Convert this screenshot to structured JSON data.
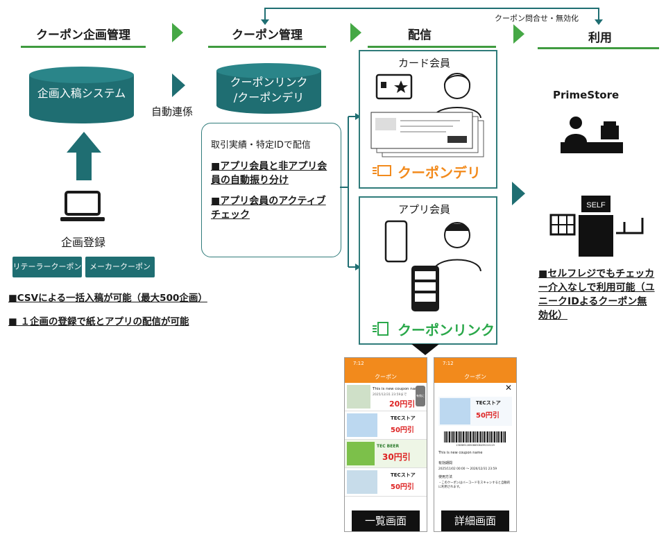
{
  "headers": {
    "planning": "クーポン企画管理",
    "management": "クーポン管理",
    "delivery": "配信",
    "usage": "利用"
  },
  "top_connector_label": "クーポン問合せ・無効化",
  "planning": {
    "system_label": "企画入稿システム",
    "auto_link": "自動連係",
    "entry_label": "企画登録",
    "tags": [
      "リテーラークーポン",
      "メーカークーポン"
    ],
    "notes": [
      "■CSVによる一括入稿が可能（最大500企画）",
      "■ １企画の登録で紙とアプリの配信が可能"
    ]
  },
  "management": {
    "db_label_1": "クーポンリンク",
    "db_label_2": "/クーポンデリ",
    "box_intro": "取引実績・特定IDで配信",
    "feature_1": "■アプリ会員と非アプリ会員の自動振り分け",
    "feature_2": "■アプリ会員のアクティブチェック"
  },
  "delivery": {
    "card_member": "カード会員",
    "card_brand": "クーポンデリ",
    "app_member": "アプリ会員",
    "app_brand": "クーポンリンク",
    "list_caption": "一覧画面",
    "detail_caption": "詳細画面"
  },
  "phone_list": {
    "status_time": "7:12",
    "title": "クーポン",
    "entry_1_title": "This is new coupon name",
    "entry_1_date": "2025/12/31 23:59まで",
    "entry_1_price": "20円引",
    "entry_2_store": "TECストア",
    "entry_2_price": "50円引",
    "entry_3_brand": "TEC BEER",
    "entry_3_price": "30円引",
    "entry_4_store": "TECストア",
    "entry_4_price": "50円引",
    "side_btn": "有効にする"
  },
  "phone_detail": {
    "status_time": "7:12",
    "title": "クーポン",
    "store": "TECストア",
    "price": "50円引",
    "barcode_number": "1383891285088308439210119",
    "coupon_name": "This is new coupon name",
    "period_label": "有効期間",
    "period_value": "2025/11/02 00:00 ～ 2026/12/31 23:59",
    "usage_label": "使用方法",
    "usage_text": "・このクーポンはバーコードをスキャンすると自動的に利用されます。"
  },
  "usage": {
    "store_name": "PrimeStore",
    "self_label": "SELF",
    "notes": "■セルフレジでもチェッカー介入なしで利用可能（ユニークIDよるクーポン無効化）"
  },
  "colors": {
    "teal": "#1f6e72",
    "green": "#45a845",
    "orange": "#f28a1c"
  }
}
